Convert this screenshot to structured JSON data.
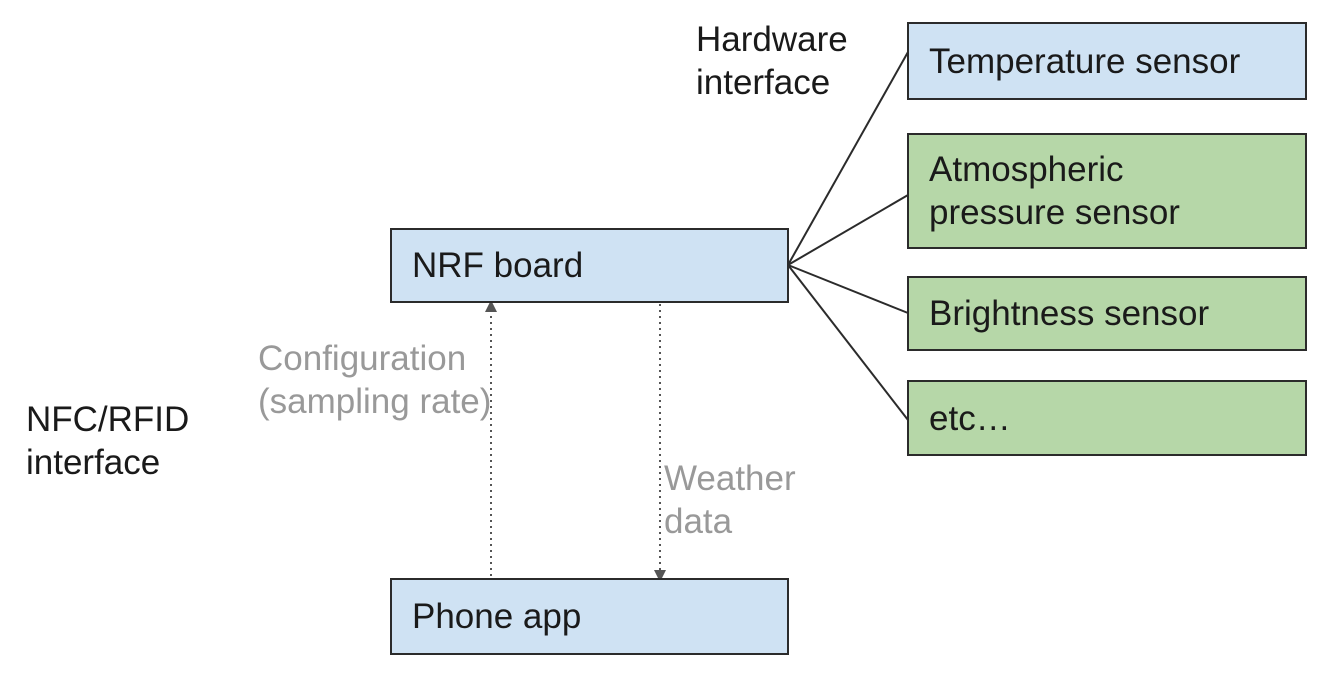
{
  "diagram": {
    "labels": {
      "hardware_interface": [
        "Hardware",
        "interface"
      ],
      "nfc_rfid_interface": [
        "NFC/RFID",
        "interface"
      ],
      "configuration": [
        "Configuration",
        "(sampling rate)"
      ],
      "weather_data": [
        "Weather",
        "data"
      ]
    },
    "nodes": {
      "nrf_board": "NRF board",
      "phone_app": "Phone app",
      "temperature_sensor": "Temperature sensor",
      "atmospheric_pressure_sensor": [
        "Atmospheric",
        "pressure sensor"
      ],
      "brightness_sensor": "Brightness sensor",
      "etc": "etc…"
    },
    "colors": {
      "board_fill": "#cfe2f3",
      "sensor_fill": "#b6d7a8",
      "border": "#2b2b2b",
      "annotation_text": "#999999"
    }
  }
}
